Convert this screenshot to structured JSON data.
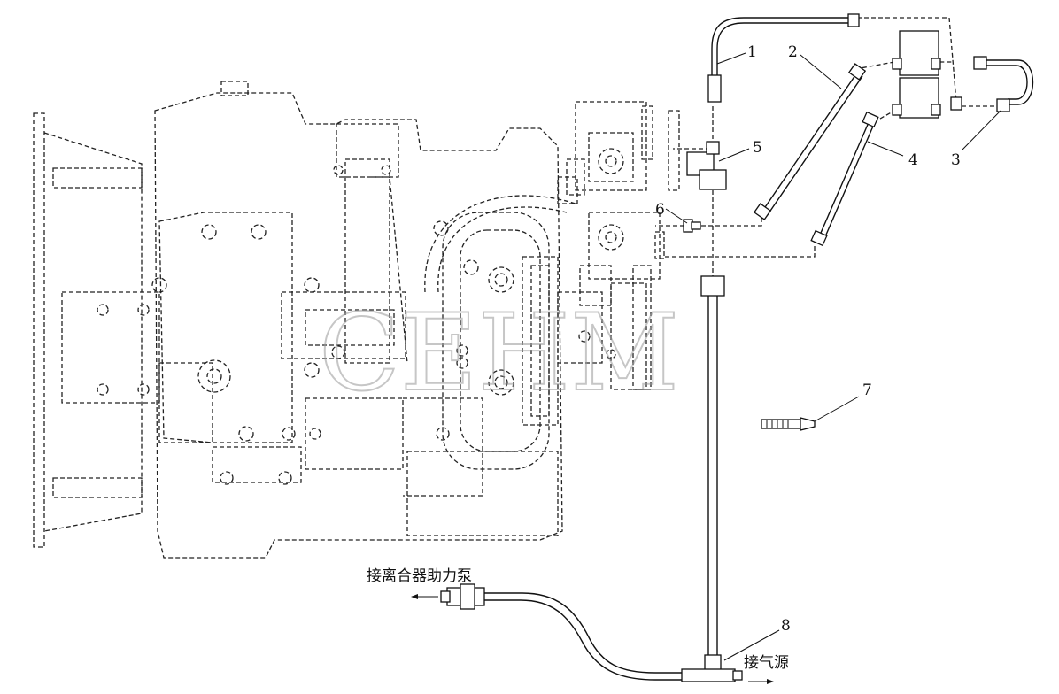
{
  "watermark": "CEHM",
  "callouts": {
    "c1": "1",
    "c2": "2",
    "c3": "3",
    "c4": "4",
    "c5": "5",
    "c6": "6",
    "c7": "7",
    "c8": "8"
  },
  "annotations": {
    "clutch_pump": "接离合器助力泵",
    "air_source": "接气源"
  }
}
